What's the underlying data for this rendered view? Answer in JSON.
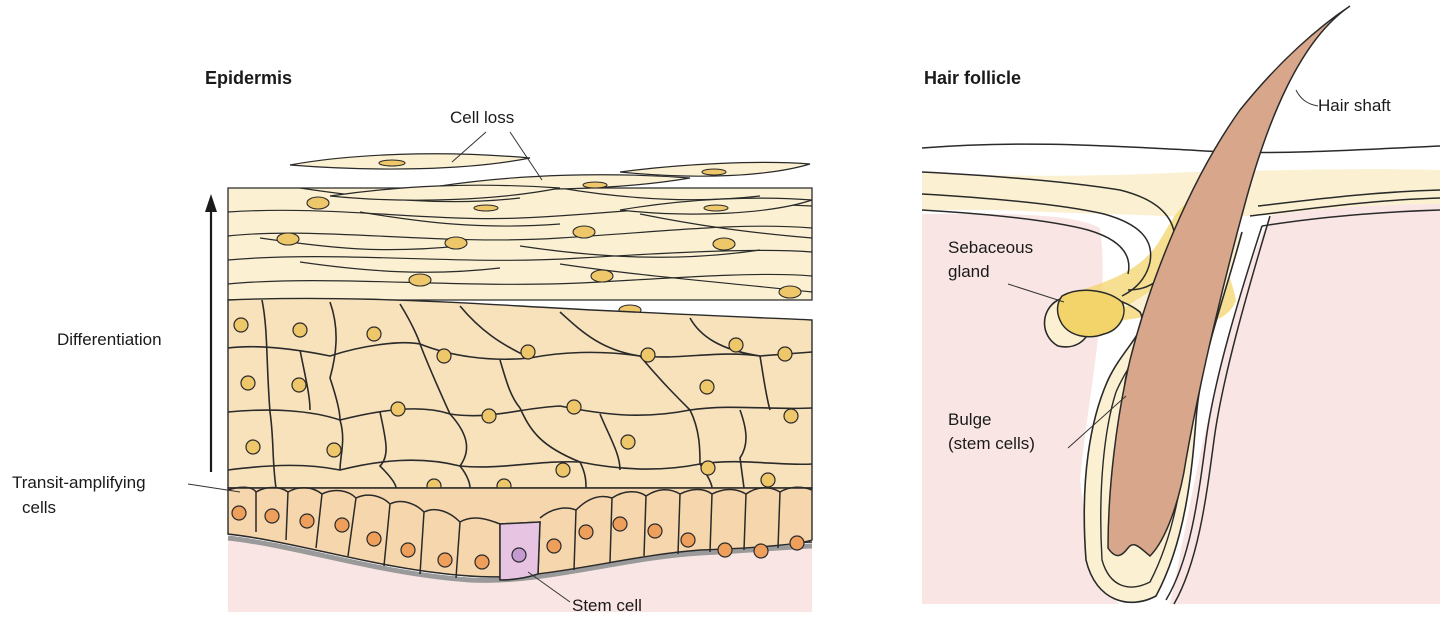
{
  "panels": {
    "epidermis": {
      "title": "Epidermis",
      "labels": {
        "cell_loss": "Cell loss",
        "differentiation": "Differentiation",
        "transit_line1": "Transit-amplifying",
        "transit_line2": "cells",
        "stem_cell": "Stem cell"
      }
    },
    "hair_follicle": {
      "title": "Hair follicle",
      "labels": {
        "hair_shaft": "Hair shaft",
        "sebaceous_line1": "Sebaceous",
        "sebaceous_line2": "gland",
        "bulge_line1": "Bulge",
        "bulge_line2": "(stem cells)"
      }
    }
  },
  "colors": {
    "dermis": "#f9e6e4",
    "epidermis_light": "#fbf1d2",
    "cell_fill": "#f8e2bc",
    "basal_fill": "#f6d7ad",
    "nucleus": "#efc76b",
    "basal_nucleus": "#ee9f5c",
    "stem_cell": "#e7c4e2",
    "hair_shaft": "#d8a68b",
    "sebum": "#f3d46b",
    "outline": "#2a2a2a"
  }
}
